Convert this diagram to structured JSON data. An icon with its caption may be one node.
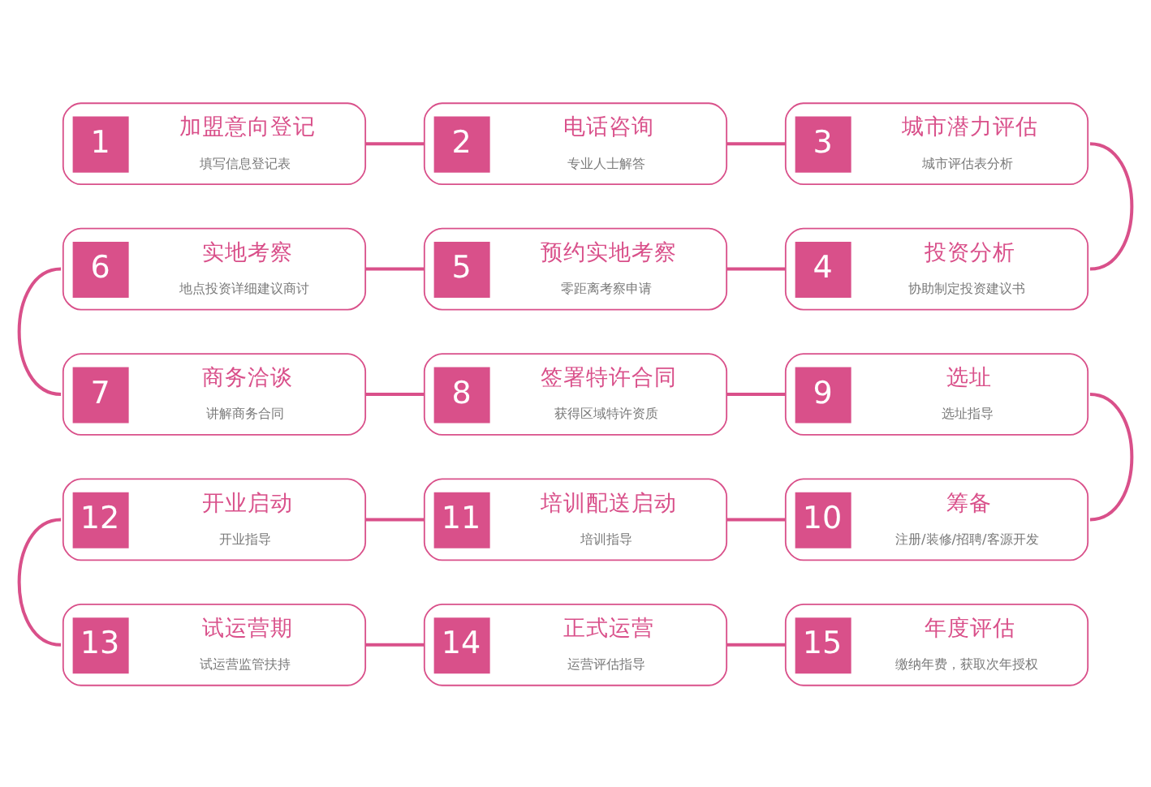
{
  "diagram": {
    "nodes": [
      {
        "text": [
          "1",
          "加盟意向登记",
          "填写信息登记表"
        ]
      },
      {
        "text": [
          "2",
          "电话咨询",
          "专业人士解答"
        ]
      },
      {
        "text": [
          "3",
          "城市潜力评估",
          "城市评估表分析"
        ]
      },
      {
        "text": [
          "4",
          "投资分析",
          "协助制定投资建议书"
        ]
      },
      {
        "text": [
          "5",
          "预约实地考察",
          "零距离考察申请"
        ]
      },
      {
        "text": [
          "6",
          "实地考察",
          "地点投资详细建议商讨"
        ]
      },
      {
        "text": [
          "7",
          "商务洽谈",
          "讲解商务合同"
        ]
      },
      {
        "text": [
          "8",
          "签署特许合同",
          "获得区域特许资质"
        ]
      },
      {
        "text": [
          "9",
          "选址",
          "选址指导"
        ]
      },
      {
        "text": [
          "10",
          "筹备",
          "注册/装修/招聘/客源开发"
        ]
      },
      {
        "text": [
          "11",
          "培训配送启动",
          "培训指导"
        ]
      },
      {
        "text": [
          "12",
          "开业启动",
          "开业指导"
        ]
      },
      {
        "text": [
          "13",
          "试运营期",
          "试运营监管扶持"
        ]
      },
      {
        "text": [
          "14",
          "正式运营",
          "运营评估指导"
        ]
      },
      {
        "text": [
          "15",
          "年度评估",
          "缴纳年费，获取次年授权"
        ]
      }
    ],
    "edges": [
      {
        "from": 0,
        "to": 1,
        "arrow": "none"
      },
      {
        "from": 1,
        "to": 2,
        "arrow": "none"
      },
      {
        "from": 2,
        "to": 3,
        "arrow": "none"
      },
      {
        "from": 3,
        "to": 4,
        "arrow": "none"
      },
      {
        "from": 4,
        "to": 5,
        "arrow": "none"
      },
      {
        "from": 5,
        "to": 6,
        "arrow": "none"
      },
      {
        "from": 6,
        "to": 7,
        "arrow": "none"
      },
      {
        "from": 7,
        "to": 8,
        "arrow": "none"
      },
      {
        "from": 8,
        "to": 9,
        "arrow": "none"
      },
      {
        "from": 9,
        "to": 10,
        "arrow": "none"
      },
      {
        "from": 10,
        "to": 11,
        "arrow": "none"
      },
      {
        "from": 11,
        "to": 12,
        "arrow": "none"
      },
      {
        "from": 12,
        "to": 13,
        "arrow": "none"
      },
      {
        "from": 13,
        "to": 14,
        "arrow": "none"
      }
    ]
  }
}
